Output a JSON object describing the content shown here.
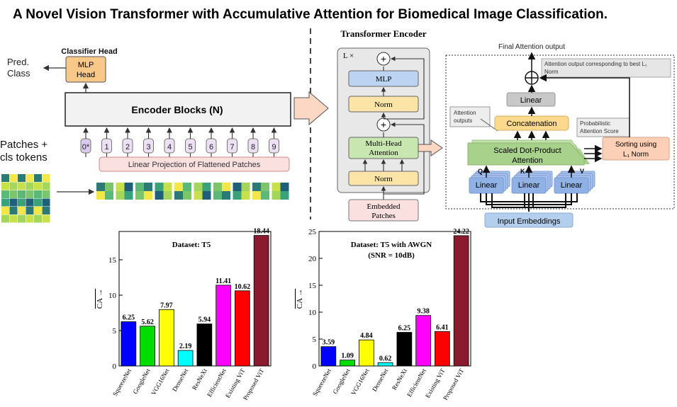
{
  "title": "A Novel Vision Transformer with Accumulative Attention for Biomedical Image Classification.",
  "left_diagram": {
    "classifier_head": "Classifier Head",
    "mlp_head_line1": "MLP",
    "mlp_head_line2": "Head",
    "pred_line1": "Pred.",
    "pred_line2": "Class",
    "encoder_blocks": "Encoder Blocks (N)",
    "patches_line1": "Patches +",
    "patches_line2": "cls tokens",
    "linear_projection": "Linear Projection of Flattened Patches",
    "tokens": [
      "0*",
      "1",
      "2",
      "3",
      "4",
      "5",
      "6",
      "7",
      "8",
      "9"
    ]
  },
  "transformer_encoder": {
    "title": "Transformer Encoder",
    "repeat": "L ×",
    "mlp": "MLP",
    "norm": "Norm",
    "mha_line1": "Multi-Head",
    "mha_line2": "Attention",
    "embedded_line1": "Embedded",
    "embedded_line2": "Patches",
    "plus": "+"
  },
  "attention_diagram": {
    "final_output": "Final Attention output",
    "best_note_line1": "Attention output corresponding to best L₁",
    "best_note_line2": "Norm",
    "linear_top": "Linear",
    "attention_outputs_line1": "Attention",
    "attention_outputs_line2": "outputs",
    "concatenation": "Concatenation",
    "prob_line1": "Probabilistic",
    "prob_line2": "Attention Score",
    "sdpa_line1": "Scaled Dot-Product",
    "sdpa_line2": "Attention",
    "sorting_line1": "Sorting using",
    "sorting_line2": "L₁ Norm",
    "q": "Q",
    "k": "K",
    "v": "V",
    "linear": "Linear",
    "input_embeddings": "Input Embeddings"
  },
  "chart_data": [
    {
      "type": "bar",
      "title": "Dataset: T5",
      "ylabel": "CA →",
      "categories": [
        "SqueezeNet",
        "GoogleNet",
        "VGG16Net",
        "DenseNet",
        "ResNeXt",
        "EfficientNet",
        "Existing ViT",
        "Proposed ViT"
      ],
      "values": [
        6.25,
        5.62,
        7.97,
        2.19,
        5.94,
        11.41,
        10.62,
        18.44
      ],
      "value_labels": [
        "6.25",
        "5.62",
        "7.97",
        "2.19",
        "5.94",
        "11.41",
        "10.62",
        "18.44"
      ],
      "colors": [
        "#0000ff",
        "#00dd00",
        "#ffff00",
        "#00ffff",
        "#000000",
        "#ff00ff",
        "#ff0000",
        "#8b1a2e"
      ],
      "ylim": [
        0,
        19
      ],
      "yticks": [
        0,
        5,
        10,
        15
      ]
    },
    {
      "type": "bar",
      "title": "Dataset: T5 with AWGN",
      "subtitle": "(SNR = 10dB)",
      "ylabel": "CA →",
      "categories": [
        "SqueezeNet",
        "GoogleNet",
        "VGG16Net",
        "DenseNet",
        "ResNeXt",
        "EfficientNet",
        "Existing ViT",
        "Proposed ViT"
      ],
      "values": [
        3.59,
        1.09,
        4.84,
        0.62,
        6.25,
        9.38,
        6.41,
        24.22
      ],
      "value_labels": [
        "3.59",
        "1.09",
        "4.84",
        "0.62",
        "6.25",
        "9.38",
        "6.41",
        "24.22"
      ],
      "colors": [
        "#0000ff",
        "#00dd00",
        "#ffff00",
        "#00ffff",
        "#000000",
        "#ff00ff",
        "#ff0000",
        "#8b1a2e"
      ],
      "ylim": [
        0,
        25
      ],
      "yticks": [
        0,
        5,
        10,
        15,
        20,
        25
      ]
    }
  ]
}
